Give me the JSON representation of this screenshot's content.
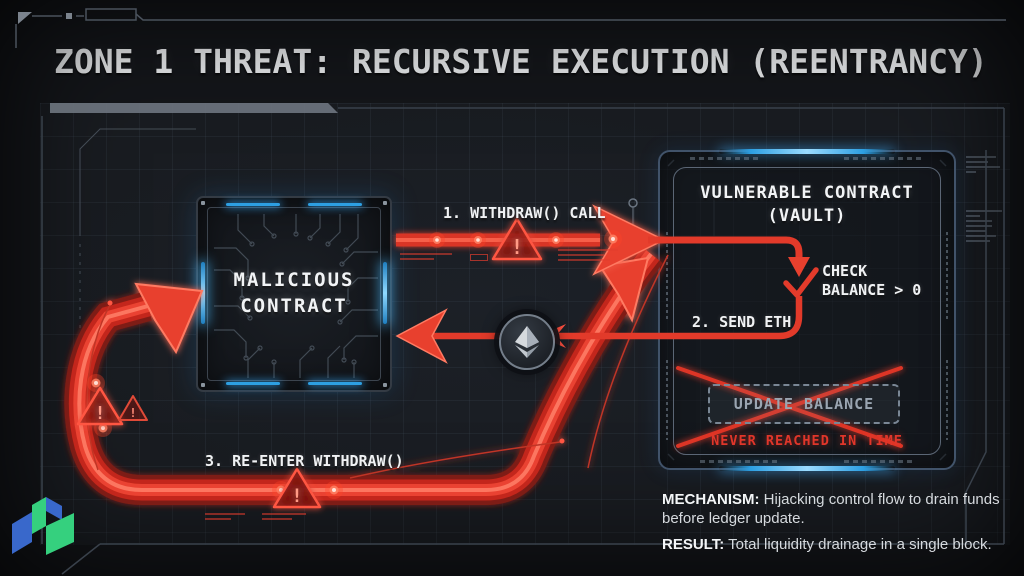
{
  "title": "ZONE 1 THREAT: RECURSIVE EXECUTION (REENTRANCY)",
  "malicious_contract": {
    "label_line1": "MALICIOUS",
    "label_line2": "CONTRACT"
  },
  "vault": {
    "title_line1": "VULNERABLE CONTRACT",
    "title_line2": "(VAULT)",
    "check_line1": "CHECK",
    "check_line2": "BALANCE > 0",
    "send_eth_label": "2. SEND ETH",
    "update_balance_label": "UPDATE BALANCE",
    "never_reached_label": "NEVER REACHED IN TIME"
  },
  "flow_labels": {
    "withdraw_call": "1. WITHDRAW() CALL",
    "reenter": "3. RE-ENTER WITHDRAW()"
  },
  "footer": {
    "mechanism_label": "MECHANISM:",
    "mechanism_text": " Hijacking control flow to drain funds before ledger update.",
    "result_label": "RESULT:",
    "result_text": " Total liquidity drainage in a single block."
  },
  "icons": {
    "warning_glyph": "!",
    "eth_icon": "ethereum-diamond",
    "check_icon": "red-checkmark",
    "x_icon": "red-cross-out"
  },
  "colors": {
    "alert_red": "#e8402e",
    "accent_blue": "#3db5ff",
    "panel_bg": "#191c21",
    "logo_green": "#35d07e",
    "logo_blue": "#3968cb"
  }
}
